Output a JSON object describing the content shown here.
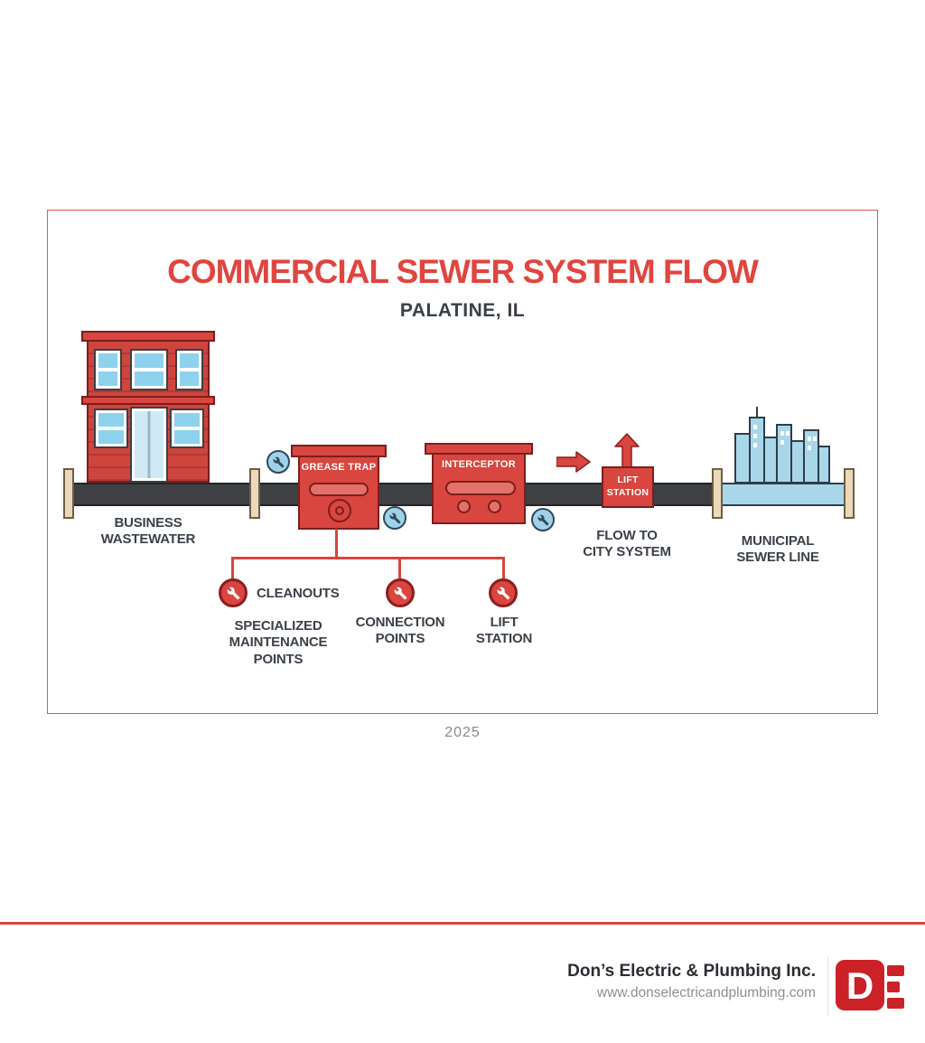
{
  "colors": {
    "accent_red": "#d9453f",
    "dark_red": "#7c1d1c",
    "pipe_dark": "#3f4043",
    "cap_beige": "#ecd9b9",
    "light_blue": "#a9d7ea",
    "text_dark": "#3b4148",
    "text_gray": "#8a9097",
    "logo_red": "#cc2127"
  },
  "header": {
    "title": "COMMERCIAL SEWER SYSTEM FLOW",
    "subtitle": "PALATINE, IL"
  },
  "diagram": {
    "business_label": "BUSINESS\nWASTEWATER",
    "grease_trap_label": "GREASE TRAP",
    "interceptor_label": "INTERCEPTOR",
    "lift_station_label": "LIFT\nSTATION",
    "flow_to_city_label": "FLOW TO\nCITY SYSTEM",
    "municipal_label": "MUNICIPAL\nSEWER LINE",
    "maintenance_title": "SPECIALIZED\nMAINTENANCE POINTS",
    "maintenance_items": [
      {
        "label": "CLEANOUTS"
      },
      {
        "label": "CONNECTION\nPOINTS"
      },
      {
        "label": "LIFT\nSTATION"
      }
    ],
    "icons": {
      "blue_badges": "wrench-icon",
      "red_circles": "wrench-icon",
      "flow_arrow": "arrow-right-icon",
      "lift_arrow": "arrow-up-icon"
    }
  },
  "footer": {
    "year": "2025",
    "company": "Don’s Electric & Plumbing Inc.",
    "website": "www.donselectricandplumbing.com"
  }
}
